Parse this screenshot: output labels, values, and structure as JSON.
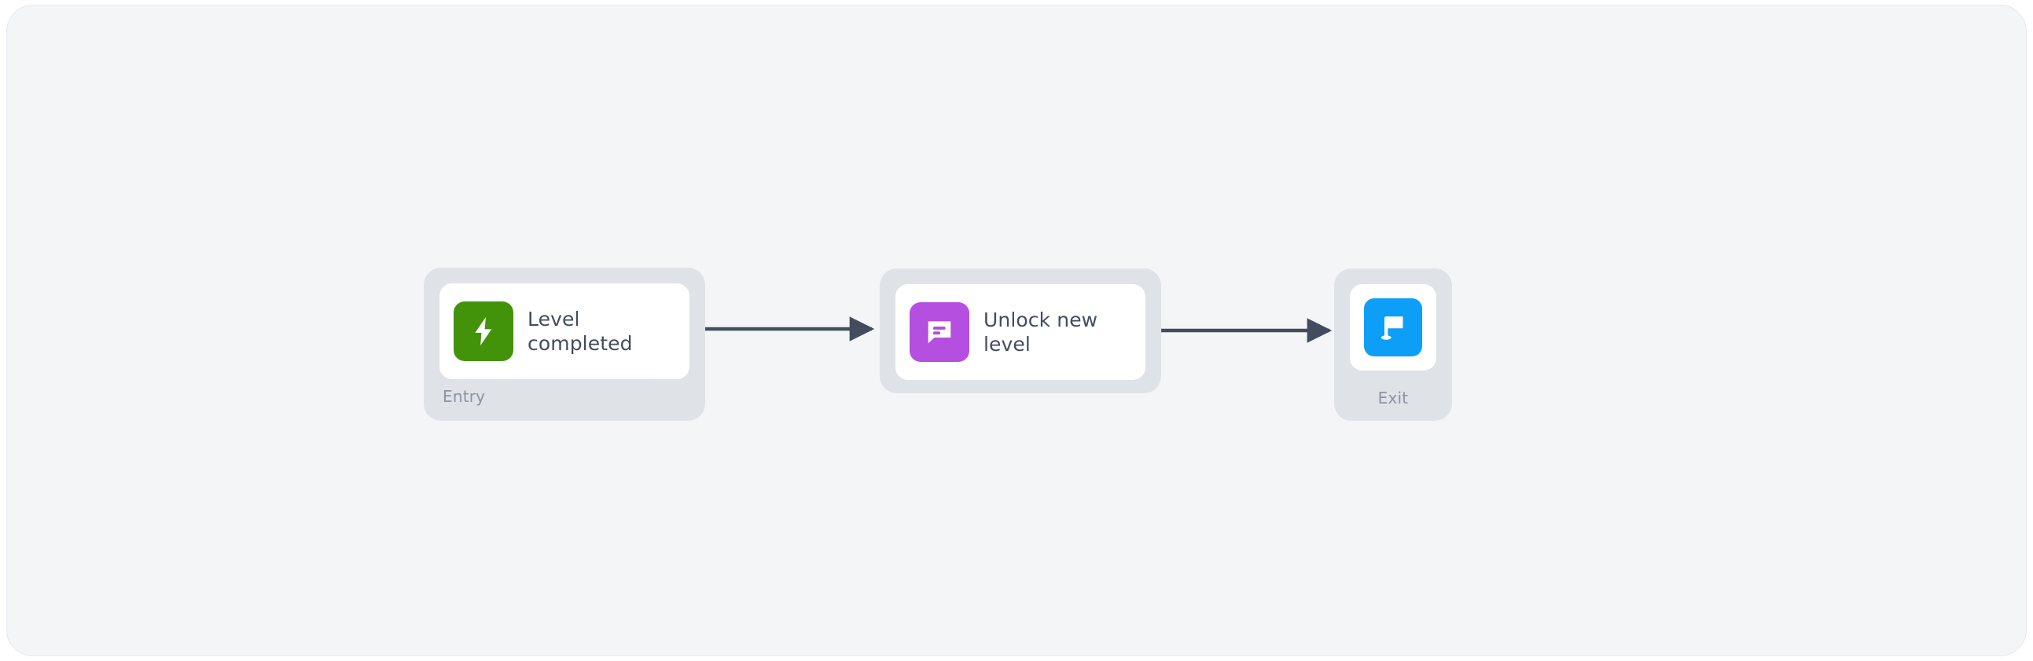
{
  "canvas": {
    "background_color": "#f4f5f6",
    "border_color": "#e7e8ee"
  },
  "theme": {
    "node_frame_color": "#dfe2e7",
    "card_color": "#ffffff",
    "title_color": "#434c5e",
    "caption_color": "#8b93a4",
    "edge_color": "#434c5e",
    "trigger_icon_color": "#429309",
    "action_icon_color": "#b44fe0",
    "exit_icon_color": "#0d9ef7"
  },
  "flow": {
    "nodes": [
      {
        "id": "entry",
        "title": "Level completed",
        "caption": "Entry",
        "icon": "lightning-bolt-icon",
        "icon_color": "#429309",
        "has_output_port": true
      },
      {
        "id": "action",
        "title": "Unlock new level",
        "caption": "",
        "icon": "chat-message-icon",
        "icon_color": "#b44fe0",
        "has_output_port": true
      },
      {
        "id": "exit",
        "title": "",
        "caption": "Exit",
        "icon": "flag-icon",
        "icon_color": "#0d9ef7",
        "has_output_port": false
      }
    ],
    "edges": [
      {
        "id": "edge-entry-action",
        "from": "entry",
        "to": "action"
      },
      {
        "id": "edge-action-exit",
        "from": "action",
        "to": "exit"
      }
    ]
  }
}
